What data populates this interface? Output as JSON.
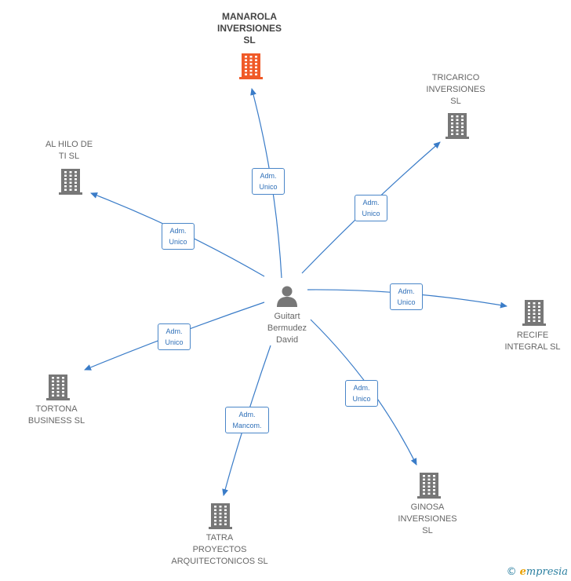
{
  "center": {
    "name_lines": [
      "Guitart",
      "Bermudez",
      "David"
    ],
    "icon": "person-icon"
  },
  "companies": [
    {
      "id": "manarola",
      "lines": [
        "MANAROLA",
        "INVERSIONES",
        "SL"
      ],
      "highlight": true,
      "color": "#f05a28",
      "role": [
        "Adm.",
        "Unico"
      ]
    },
    {
      "id": "tricarico",
      "lines": [
        "TRICARICO",
        "INVERSIONES",
        "SL"
      ],
      "highlight": false,
      "color": "#777777",
      "role": [
        "Adm.",
        "Unico"
      ]
    },
    {
      "id": "al-hilo",
      "lines": [
        "AL HILO DE",
        "TI  SL"
      ],
      "highlight": false,
      "color": "#777777",
      "role": [
        "Adm.",
        "Unico"
      ]
    },
    {
      "id": "recife",
      "lines": [
        "RECIFE",
        "INTEGRAL SL"
      ],
      "highlight": false,
      "color": "#777777",
      "role": [
        "Adm.",
        "Unico"
      ]
    },
    {
      "id": "tortona",
      "lines": [
        "TORTONA",
        "BUSINESS  SL"
      ],
      "highlight": false,
      "color": "#777777",
      "role": [
        "Adm.",
        "Unico"
      ]
    },
    {
      "id": "ginosa",
      "lines": [
        "GINOSA",
        "INVERSIONES",
        "SL"
      ],
      "highlight": false,
      "color": "#777777",
      "role": [
        "Adm.",
        "Unico"
      ]
    },
    {
      "id": "tatra",
      "lines": [
        "TATRA",
        "PROYECTOS",
        "ARQUITECTONICOS SL"
      ],
      "highlight": false,
      "color": "#777777",
      "role": [
        "Adm.",
        "Mancom."
      ]
    }
  ],
  "colors": {
    "edge": "#3a7cc8",
    "building": "#777777",
    "highlight": "#f05a28"
  },
  "footer": {
    "copyright": "©",
    "brand_first": "e",
    "brand_rest": "mpresia"
  }
}
